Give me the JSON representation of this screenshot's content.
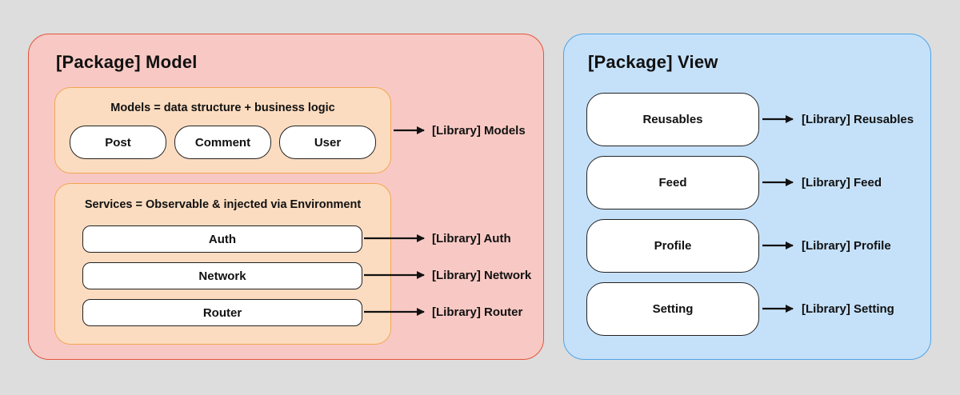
{
  "model_package": {
    "title": "[Package] Model",
    "models_group": {
      "title": "Models = data structure + business logic",
      "items": [
        "Post",
        "Comment",
        "User"
      ],
      "library": "[Library] Models"
    },
    "services_group": {
      "title": "Services = Observable & injected via Environment",
      "items": [
        {
          "label": "Auth",
          "library": "[Library] Auth"
        },
        {
          "label": "Network",
          "library": "[Library] Network"
        },
        {
          "label": "Router",
          "library": "[Library] Router"
        }
      ]
    }
  },
  "view_package": {
    "title": "[Package] View",
    "items": [
      {
        "label": "Reusables",
        "library": "[Library] Reusables"
      },
      {
        "label": "Feed",
        "library": "[Library] Feed"
      },
      {
        "label": "Profile",
        "library": "[Library] Profile"
      },
      {
        "label": "Setting",
        "library": "[Library] Setting"
      }
    ]
  },
  "colors": {
    "model_fill": "#f8c9c4",
    "model_border": "#e2543c",
    "view_fill": "#c5e1fa",
    "view_border": "#4fa3e6",
    "group_fill": "#fbdcc0",
    "group_border": "#f2a654",
    "arrow": "#111111"
  }
}
